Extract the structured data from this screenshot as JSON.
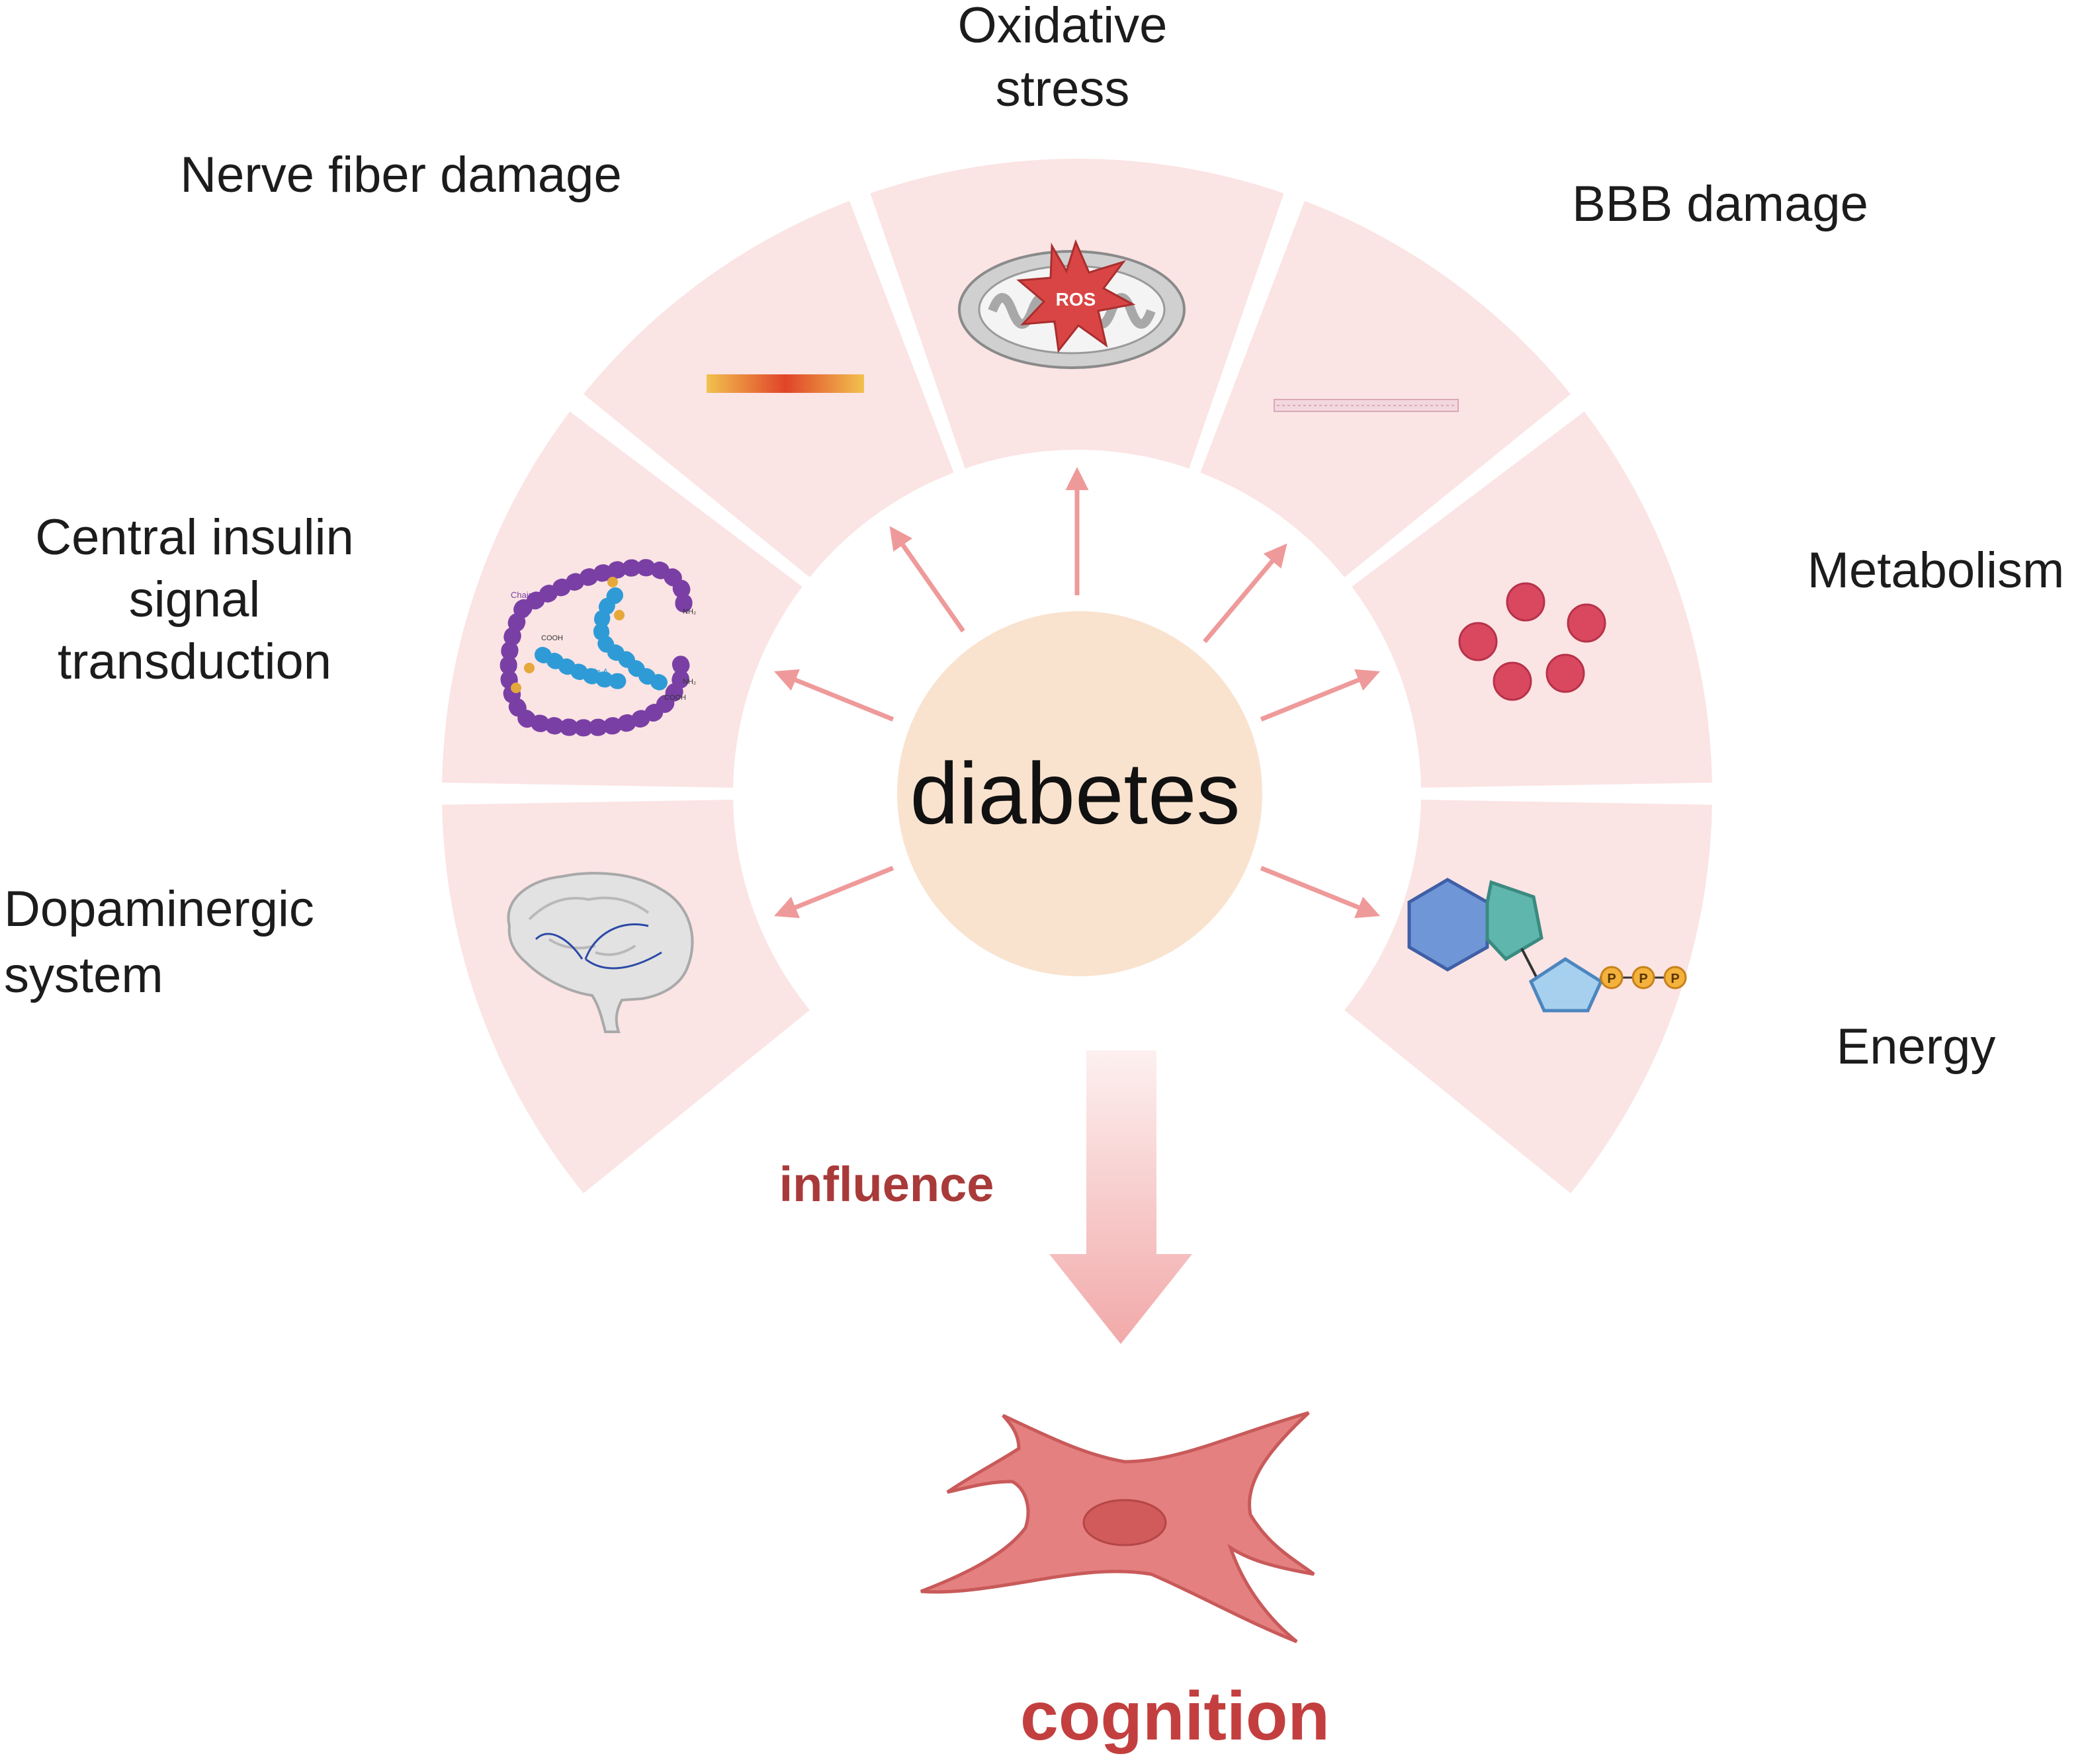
{
  "center": {
    "label": "diabetes"
  },
  "factors": [
    {
      "lines": [
        "Oxidative",
        "stress"
      ],
      "icon": "mitochondria-ros-icon",
      "icon_text": "ROS"
    },
    {
      "lines": [
        "BBB damage"
      ],
      "icon": "blood-brain-barrier-icon"
    },
    {
      "lines": [
        "Metabolism"
      ],
      "icon": "metabolite-molecules-icon"
    },
    {
      "lines": [
        "Energy"
      ],
      "icon": "atp-molecule-icon",
      "icon_text": "P"
    },
    {
      "lines": [
        "Nerve fiber damage"
      ],
      "icon": "nerve-fiber-icon"
    },
    {
      "lines": [
        "Central insulin",
        "signal",
        "transduction"
      ],
      "icon": "insulin-chains-icon",
      "icon_texts": [
        "Chain B",
        "Chain A",
        "COOH",
        "NH₂"
      ]
    },
    {
      "lines": [
        "Dopaminergic",
        "system"
      ],
      "icon": "brain-dopamine-icon"
    }
  ],
  "flow": {
    "label": "influence"
  },
  "outcome": {
    "label": "cognition",
    "icon": "neuron-cell-icon"
  },
  "colors": {
    "sector": "#fbe4e4",
    "arrow": "#ef9a9a",
    "center": "#f9e3cf",
    "accent_red": "#a93a3a",
    "cognition_red": "#c33f3f",
    "neuron": "#e48080"
  }
}
